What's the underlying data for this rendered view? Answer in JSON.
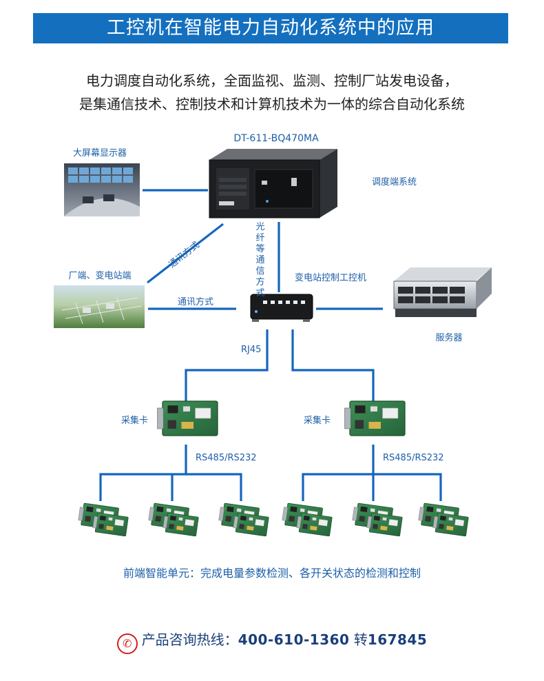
{
  "banner": {
    "title": "工控机在智能电力自动化系统中的应用"
  },
  "intro": {
    "line1": "电力调度自动化系统，全面监视、监测、控制厂站发电设备，",
    "line2": "是集通信技术、控制技术和计算机技术为一体的综合自动化系统"
  },
  "diagram": {
    "main_model": "DT-611-BQ470MA",
    "big_screen": "大屏幕显示器",
    "dispatch_system": "调度端系统",
    "plant_substation": "厂端、变电站端",
    "comm_method_diag": "通讯方式",
    "comm_method_horiz": "通讯方式",
    "fiber_comm": "光纤等通信方式",
    "substation_ipc": "变电站控制工控机",
    "server": "服务器",
    "rj45": "RJ45",
    "daq_card_left": "采集卡",
    "daq_card_right": "采集卡",
    "bus_left": "RS485/RS232",
    "bus_right": "RS485/RS232"
  },
  "caption": "前端智能单元：完成电量参数检测、各开关状态的检测和控制",
  "hotline": {
    "label": "产品咨询热线：",
    "number": "400-610-1360",
    "ext_label": "转",
    "ext": "167845"
  },
  "colors": {
    "accent": "#1470bf",
    "line": "#1565c0",
    "hotline_icon": "#d21f1f"
  },
  "icons": {
    "hotline": "phone-icon"
  }
}
